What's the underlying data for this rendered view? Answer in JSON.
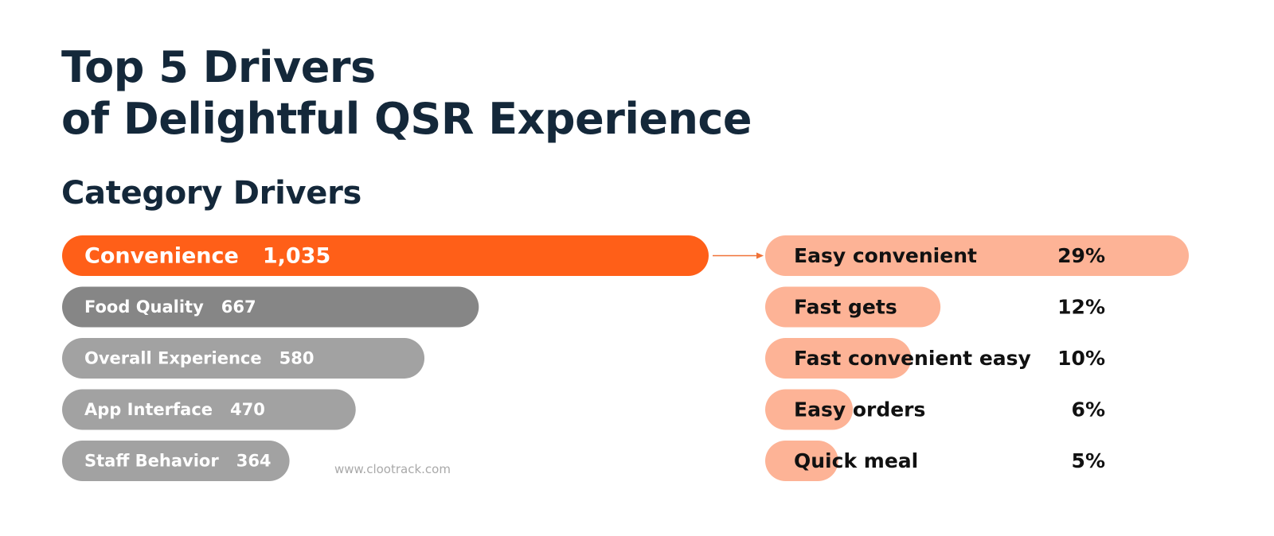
{
  "title_lines": [
    "Top 5 Drivers",
    "of Delightful QSR Experience"
  ],
  "subtitle": "Category Drivers",
  "watermark": "www.clootrack.com",
  "colors": {
    "title": "#14283a",
    "highlight": "#ff5f18",
    "bar_dark": "#868686",
    "bar_light": "#a2a2a2",
    "subbar": "#fdb396",
    "connector": "#f07238",
    "subtext": "#111111"
  },
  "chart_data": [
    {
      "type": "bar",
      "orientation": "horizontal",
      "categories": [
        "Convenience",
        "Food Quality",
        "Overall Experience",
        "App Interface",
        "Staff Behavior"
      ],
      "values": [
        1035,
        667,
        580,
        470,
        364
      ],
      "value_labels": [
        "1,035",
        "667",
        "580",
        "470",
        "364"
      ],
      "highlighted": "Convenience",
      "title": "Category Drivers"
    },
    {
      "type": "bar",
      "orientation": "horizontal",
      "parent_category": "Convenience",
      "categories": [
        "Easy convenient",
        "Fast gets",
        "Fast convenient easy",
        "Easy orders",
        "Quick meal"
      ],
      "values": [
        29,
        12,
        10,
        6,
        5
      ],
      "value_labels": [
        "29%",
        "12%",
        "10%",
        "6%",
        "5%"
      ],
      "unit": "%"
    }
  ]
}
